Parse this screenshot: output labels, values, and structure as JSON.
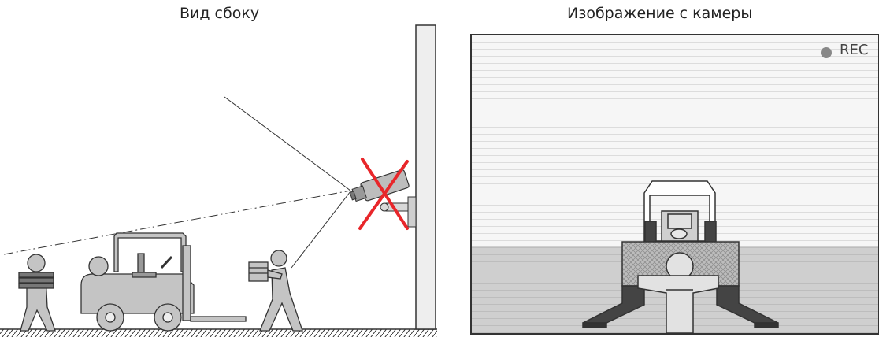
{
  "side_view": {
    "title": "Вид сбоку"
  },
  "camera_view": {
    "title": "Изображение с камеры",
    "rec_label": "REC"
  },
  "colors": {
    "figure_fill": "#c4c4c4",
    "cross": "#e8262a",
    "outline": "#333333",
    "ground": "#c0c0c0"
  }
}
